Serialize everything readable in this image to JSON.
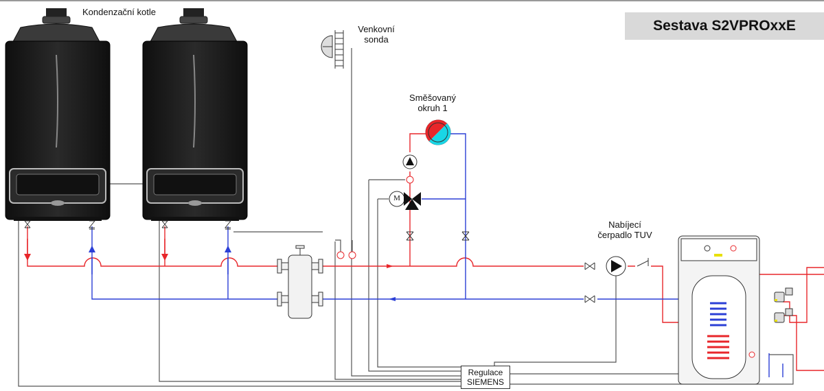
{
  "title": "Sestava S2VPROxxE",
  "labels": {
    "boilers": "Kondenzační kotle",
    "outdoor_sensor_line1": "Venkovní",
    "outdoor_sensor_line2": "sonda",
    "mixed_circuit_line1": "Směšovaný",
    "mixed_circuit_line2": "okruh 1",
    "dhw_pump_line1": "Nabíjecí",
    "dhw_pump_line2": "čerpadlo TUV",
    "regulation_line1": "Regulace",
    "regulation_line2": "SIEMENS",
    "motor_letter": "M"
  },
  "colors": {
    "flow": "#e8262a",
    "return": "#2b3fd6",
    "control_wire": "#555555",
    "boiler_body": "#1a1a1a",
    "title_bg": "#d9d9d9",
    "coil_hot": "#e8262a",
    "coil_cold": "#2b3fd6",
    "thermostat_red": "#e8262a",
    "thermostat_cyan": "#19d6e6"
  }
}
